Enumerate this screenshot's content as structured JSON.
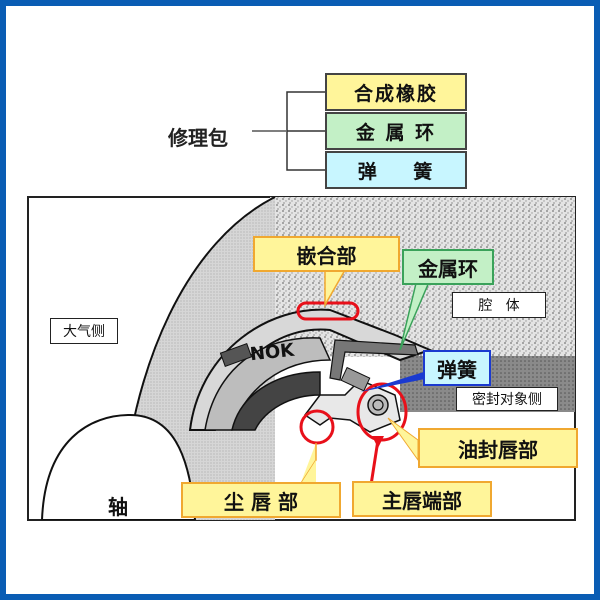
{
  "repair_kit": {
    "title": "修理包",
    "items": [
      {
        "label": "合成橡胶",
        "color": "#fff59a"
      },
      {
        "label": "金 属 环",
        "color": "#c3f0c6"
      },
      {
        "label": "弹    簧",
        "color": "#c8f6ff"
      }
    ]
  },
  "diagram": {
    "region_labels": {
      "atmosphere_side": "大气侧",
      "housing": "腔   体",
      "sealed_side": "密封对象侧",
      "shaft": "轴",
      "brand": "NOK"
    },
    "callouts": {
      "fitting_part": "嵌合部",
      "metal_ring": "金属环",
      "spring": "弹簧",
      "oil_seal_lip": "油封唇部",
      "dust_lip": "尘 唇 部",
      "main_lip_end": "主唇端部"
    },
    "colors": {
      "border": "#0a5db4",
      "highlight": "#e8101a",
      "callout_yellow": "#fff59a",
      "callout_yellow_border": "#f0a830",
      "callout_green": "#c3f0c6",
      "callout_cyan": "#c8f6ff",
      "spring_line": "#1a3ad0"
    }
  }
}
